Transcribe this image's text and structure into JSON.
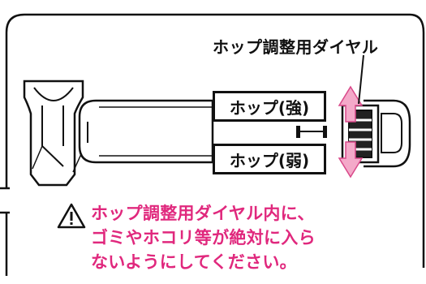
{
  "labels": {
    "dial": "ホップ調整用ダイヤル",
    "hop_strong": "ホップ(強)",
    "hop_weak": "ホップ(弱)"
  },
  "warning": {
    "icon": "warning-triangle-icon",
    "lines": [
      "ホップ調整用ダイヤル内に、",
      "ゴミやホコリ等が絶対に入ら",
      "ないようにしてください。"
    ]
  },
  "colors": {
    "warning_text": "#e0287d",
    "arrow_fill": "#f4a9c9",
    "line": "#111111"
  }
}
